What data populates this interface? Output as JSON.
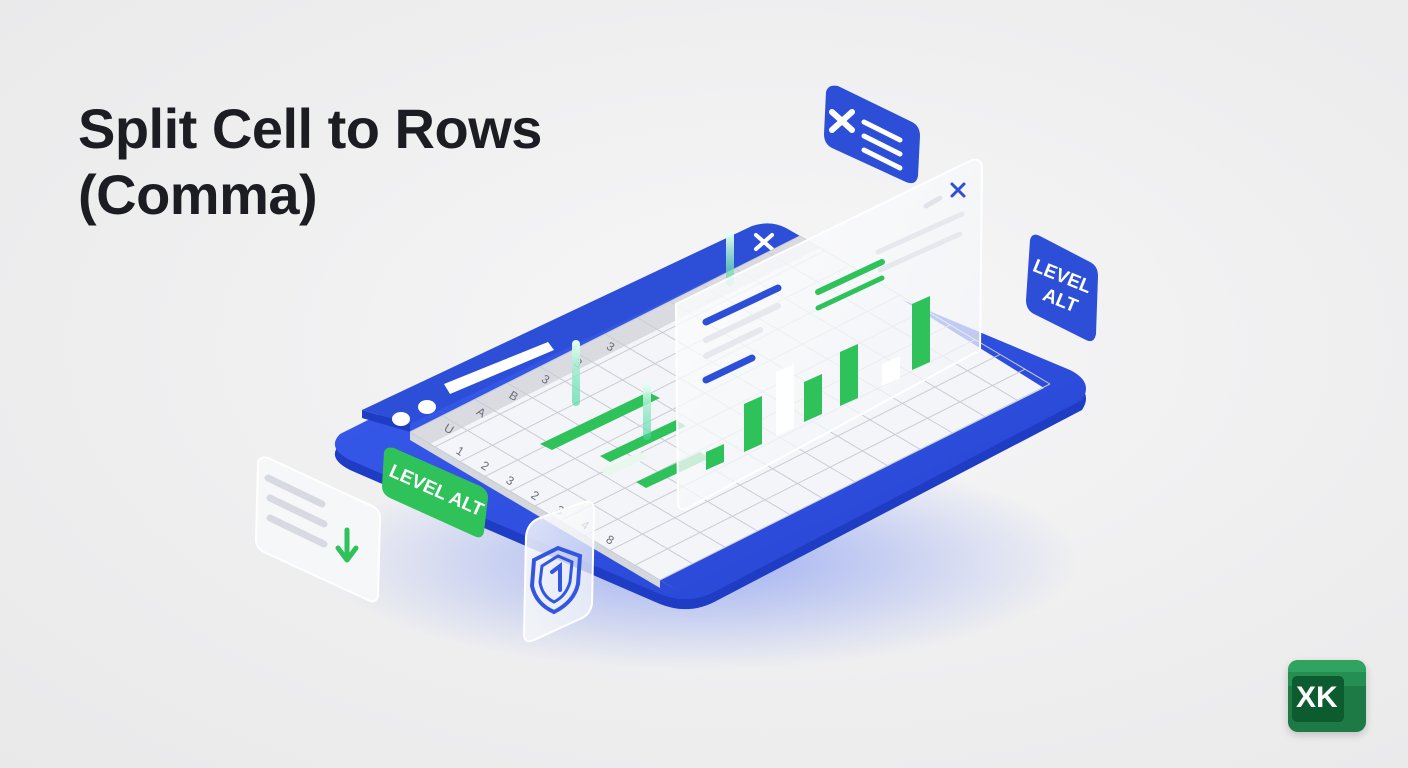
{
  "title": {
    "line1": "Split Cell to Rows",
    "line2": "(Comma)"
  },
  "badges": {
    "level_alt_green": "LEVEL ALT",
    "level_alt_blue_line1": "LEVEL",
    "level_alt_blue_line2": "ALT"
  },
  "grid_headers": [
    "U",
    "A",
    "B",
    "3",
    "3",
    "3"
  ],
  "row_numbers": [
    "1",
    "2",
    "3",
    "2",
    "3",
    "4",
    "8"
  ],
  "logo": {
    "text": "XK"
  },
  "icons": [
    "close-x-icon",
    "close-x-icon",
    "shield-icon",
    "download-arrow-icon",
    "list-card-icon"
  ],
  "colors": {
    "brand_blue": "#2d4fd8",
    "accent_green": "#2fc25b",
    "excel_green": "#1e7a44",
    "title_text": "#1c1d22"
  }
}
